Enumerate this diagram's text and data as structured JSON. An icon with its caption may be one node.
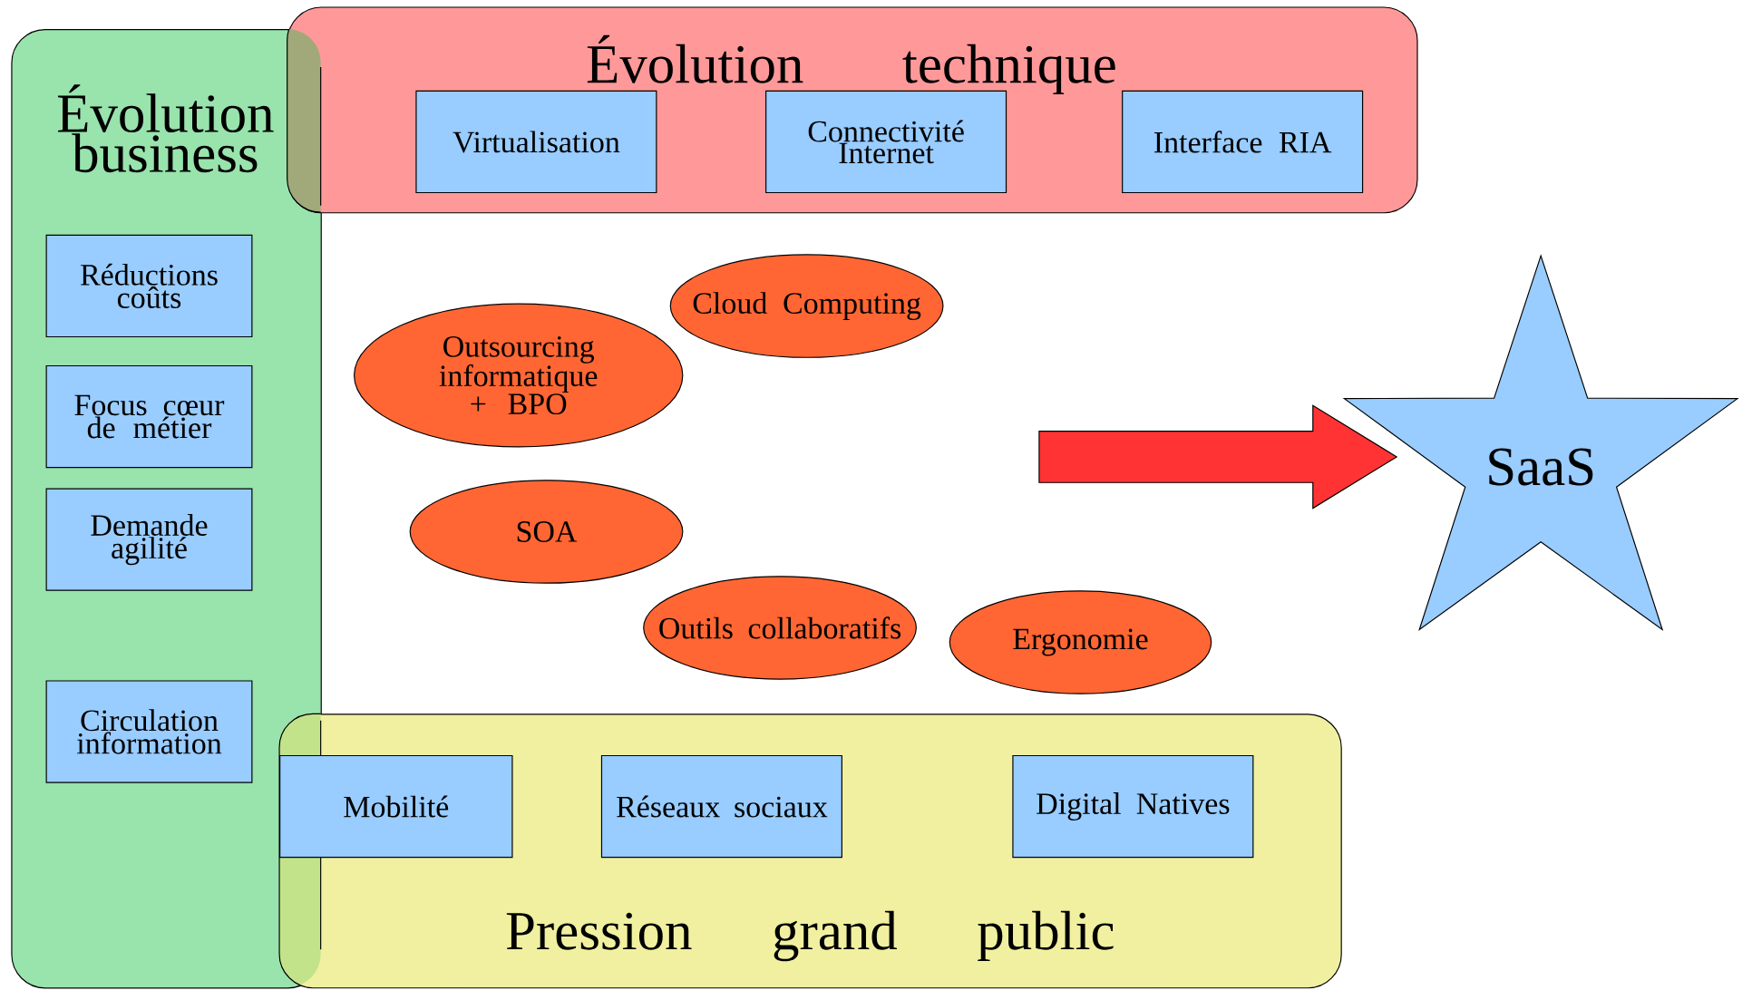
{
  "diagram": {
    "nodes": [
      {
        "text": [
          "Évolution business"
        ]
      },
      {
        "text": [
          "Réductions coûts"
        ],
        "in": 0
      },
      {
        "text": [
          "Focus cœur de métier"
        ],
        "in": 0
      },
      {
        "text": [
          "Demande agilité"
        ],
        "in": 0
      },
      {
        "text": [
          "Circulation information"
        ],
        "in": 0
      },
      {
        "text": [
          "Évolution technique"
        ]
      },
      {
        "text": [
          "Virtualisation"
        ],
        "in": 5
      },
      {
        "text": [
          "Connectivité Internet"
        ],
        "in": 5
      },
      {
        "text": [
          "Interface RIA"
        ],
        "in": 5
      },
      {
        "text": [
          "Outsourcing informatique + BPO"
        ]
      },
      {
        "text": [
          "Cloud Computing"
        ]
      },
      {
        "text": [
          "SOA"
        ]
      },
      {
        "text": [
          "Outils collaboratifs"
        ]
      },
      {
        "text": [
          "Ergonomie"
        ]
      },
      {
        "text": [
          "Pression grand public"
        ]
      },
      {
        "text": [
          "Mobilité"
        ],
        "in": 14
      },
      {
        "text": [
          "Réseaux sociaux"
        ],
        "in": 14
      },
      {
        "text": [
          "Digital Natives"
        ],
        "in": 14
      },
      {
        "text": [
          "SaaS"
        ]
      }
    ],
    "edges": [
      {
        "from": null,
        "to": 18,
        "arrow": "to"
      }
    ]
  }
}
